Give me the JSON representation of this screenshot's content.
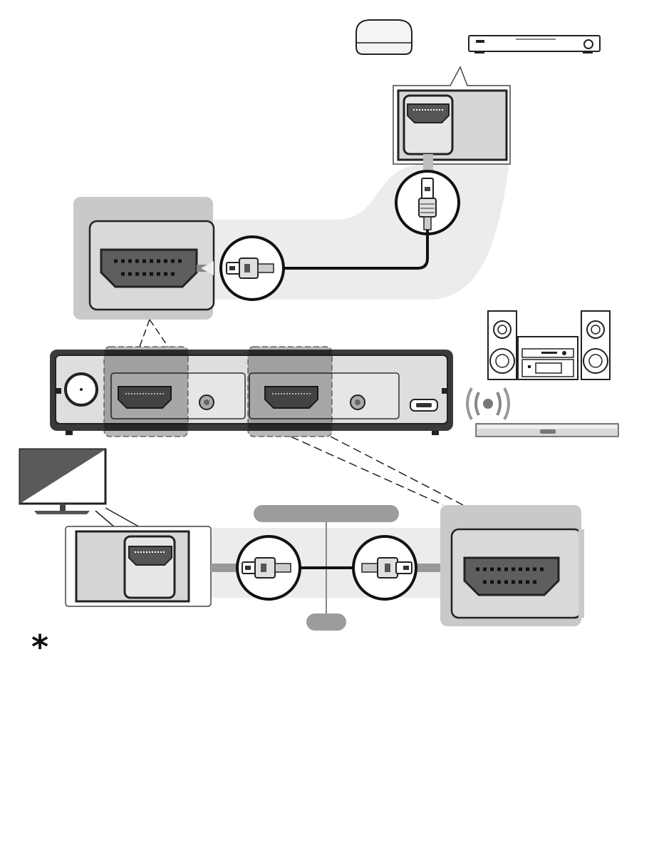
{
  "diagram": {
    "footnote_marker": "*",
    "devices": {
      "top": [
        "set-top-box",
        "blu-ray-player"
      ],
      "right": [
        "hifi-system",
        "soundbar"
      ],
      "left": [
        "television"
      ]
    },
    "colors": {
      "panel_gray": "#d6d6d6",
      "panel_dark": "#a8a8a8",
      "port_fill": "#5e5e5e",
      "cable": "#1a1a1a",
      "device_body": "#e0e0e0",
      "outline": "#222222"
    }
  }
}
